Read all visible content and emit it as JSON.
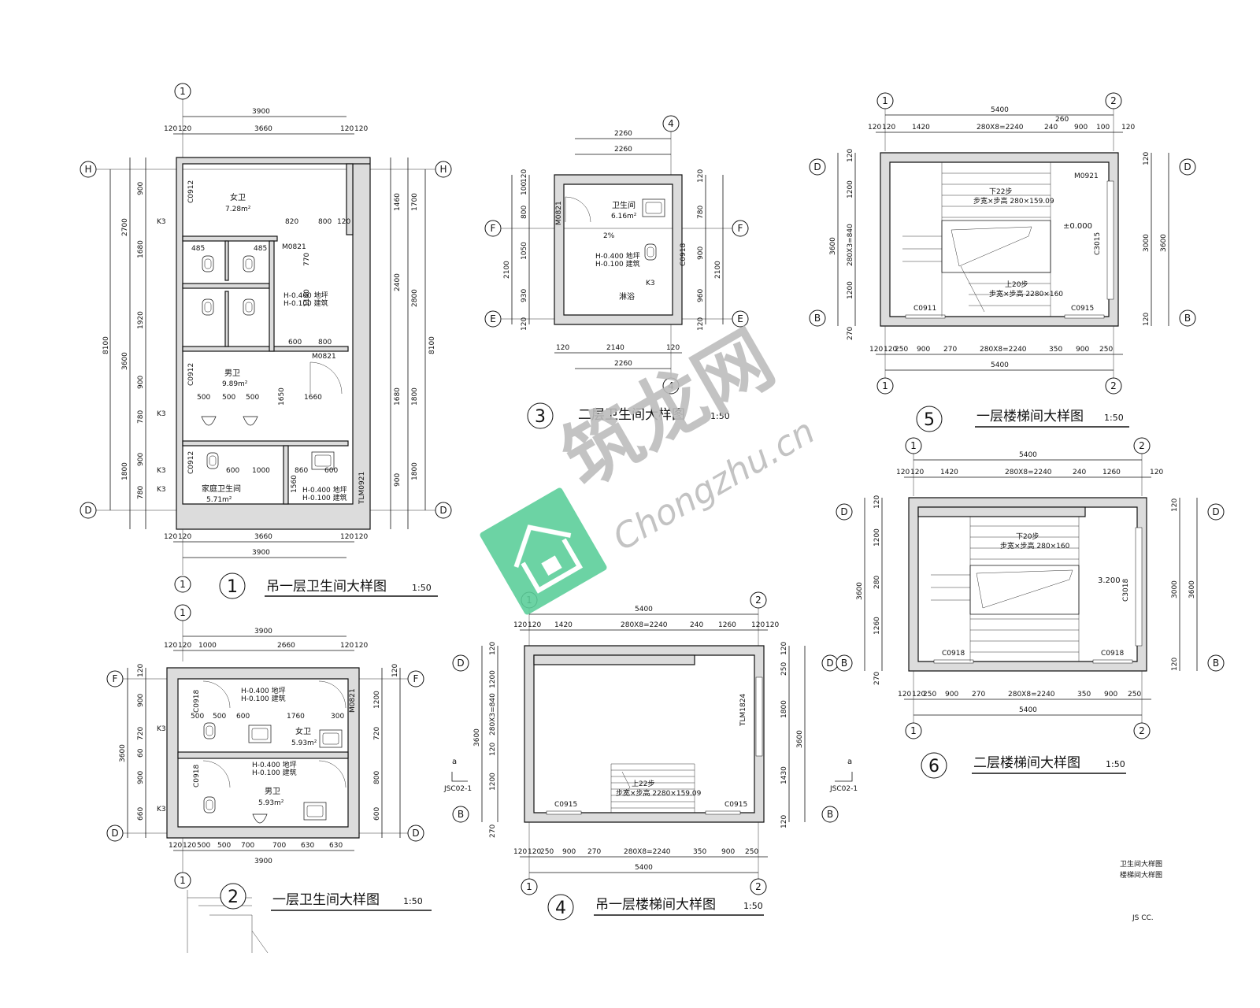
{
  "watermark": {
    "cn": "筑龙网",
    "site": "Chongzhu.cn",
    "brand_color": "#5ccf9a"
  },
  "drawings": {
    "d1": {
      "number": "1",
      "title": "吊一层卫生间大样图",
      "scale": "1:50",
      "rooms": [
        {
          "name": "女卫",
          "area": "7.28m²"
        },
        {
          "name": "男卫",
          "area": "9.89m²"
        },
        {
          "name": "家庭卫生间",
          "area": "5.71m²"
        }
      ],
      "dims_top": [
        "3900",
        "3660",
        "120",
        "120",
        "120",
        "120"
      ],
      "dims_bottom": [
        "3660",
        "3900",
        "120",
        "120",
        "120",
        "120"
      ],
      "dims_left": [
        "8100",
        "2700",
        "3600",
        "1800",
        "900",
        "1680",
        "1920",
        "900",
        "780",
        "900",
        "780"
      ],
      "dims_right": [
        "8100",
        "1700",
        "2400",
        "2800",
        "1800",
        "1460",
        "1680",
        "1800",
        "900"
      ],
      "codes": [
        "C0912",
        "C0912",
        "C0912",
        "M0821",
        "M0821",
        "TLM0921",
        "K3",
        "K3",
        "K3",
        "K3"
      ],
      "notes": [
        "H-0.400 地坪",
        "H-0.100 建筑",
        "H-0.400 地坪",
        "H-0.100 建筑"
      ],
      "inner_dims": [
        "485",
        "485",
        "120",
        "820",
        "800",
        "770",
        "1140",
        "600",
        "800",
        "1660",
        "500",
        "500",
        "500",
        "1000",
        "860",
        "600",
        "1560",
        "600",
        "1650"
      ],
      "axes": [
        "1",
        "H",
        "D"
      ]
    },
    "d2": {
      "number": "2",
      "title": "一层卫生间大样图",
      "scale": "1:50",
      "rooms": [
        {
          "name": "女卫",
          "area": "5.93m²"
        },
        {
          "name": "男卫",
          "area": "5.93m²"
        }
      ],
      "dims_top": [
        "3900",
        "1000",
        "2660",
        "120",
        "120",
        "120",
        "120"
      ],
      "dims_bottom": [
        "3900",
        "500",
        "700",
        "700",
        "630",
        "630",
        "120",
        "120"
      ],
      "dims_side": [
        "3600",
        "900",
        "720",
        "60",
        "900",
        "660",
        "120",
        "120",
        "1200",
        "720",
        "800",
        "600"
      ],
      "codes": [
        "C0918",
        "C0918",
        "M0821",
        "K3",
        "K3"
      ],
      "notes": [
        "H-0.400 地坪",
        "H-0.100 建筑",
        "H-0.400 地坪",
        "H-0.100 建筑"
      ],
      "inner_dims": [
        "500",
        "500",
        "600",
        "1760",
        "300"
      ],
      "axes": [
        "1",
        "F",
        "D"
      ]
    },
    "d3": {
      "number": "3",
      "title": "二层卫生间大样图",
      "scale": "1:50",
      "rooms": [
        {
          "name": "卫生间",
          "area": "6.16m²"
        }
      ],
      "dims_top": [
        "2260",
        "2260"
      ],
      "dims_bottom": [
        "2140",
        "2260",
        "120",
        "120"
      ],
      "dims_left": [
        "2100",
        "800",
        "1050",
        "930",
        "120",
        "100",
        "120"
      ],
      "dims_right": [
        "2100",
        "780",
        "900",
        "960",
        "120",
        "120"
      ],
      "codes": [
        "M0821",
        "C0918",
        "K3"
      ],
      "notes": [
        "H-0.400 地坪",
        "H-0.100 建筑",
        "2%",
        "淋浴"
      ],
      "axes": [
        "4",
        "F",
        "E"
      ]
    },
    "d4": {
      "number": "4",
      "title": "吊一层楼梯间大样图",
      "scale": "1:50",
      "dims_top": [
        "5400",
        "1420",
        "280X8=2240",
        "240",
        "1260",
        "120",
        "120",
        "120",
        "120"
      ],
      "dims_bottom": [
        "5400",
        "250",
        "900",
        "270",
        "280X8=2240",
        "350",
        "900",
        "250",
        "120",
        "120"
      ],
      "dims_left": [
        "3600",
        "1200",
        "280X3=840",
        "120",
        "1200",
        "120",
        "270"
      ],
      "dims_right": [
        "3600",
        "250",
        "1800",
        "1430",
        "120",
        "120"
      ],
      "codes": [
        "C0915",
        "C0915",
        "TLM1824"
      ],
      "stair_note": "上22步",
      "stair_spec": "步宽×步高 2280×159.09",
      "section_mark": "a",
      "section_ref": "JSC02-1",
      "axes": [
        "1",
        "2",
        "D",
        "B"
      ]
    },
    "d5": {
      "number": "5",
      "title": "一层楼梯间大样图",
      "scale": "1:50",
      "dims_top": [
        "5400",
        "1420",
        "280X8=2240",
        "240",
        "900",
        "100",
        "260",
        "120",
        "120",
        "120"
      ],
      "dims_bottom": [
        "5400",
        "250",
        "900",
        "270",
        "280X8=2240",
        "350",
        "900",
        "250",
        "120",
        "120"
      ],
      "dims_left": [
        "3600",
        "1200",
        "280X3=840",
        "1200",
        "120",
        "270"
      ],
      "dims_right": [
        "3600",
        "3000",
        "120",
        "120"
      ],
      "codes": [
        "M0921",
        "C3015",
        "C0911",
        "C0915"
      ],
      "level": "±0.000",
      "stair_notes": [
        "下22步",
        "上20步"
      ],
      "stair_specs": [
        "步宽×步高 280×159.09",
        "步宽×步高 2280×160"
      ],
      "axes": [
        "1",
        "2",
        "D",
        "B"
      ]
    },
    "d6": {
      "number": "6",
      "title": "二层楼梯间大样图",
      "scale": "1:50",
      "dims_top": [
        "5400",
        "1420",
        "280X8=2240",
        "240",
        "1260",
        "120",
        "120",
        "120"
      ],
      "dims_bottom": [
        "5400",
        "250",
        "900",
        "270",
        "280X8=2240",
        "350",
        "900",
        "250",
        "120",
        "120"
      ],
      "dims_left": [
        "3600",
        "1200",
        "280",
        "1260",
        "120",
        "270"
      ],
      "dims_right": [
        "3600",
        "3000",
        "120",
        "120"
      ],
      "codes": [
        "C3018",
        "C0918",
        "C0918"
      ],
      "level": "3.200",
      "stair_note": "下20步",
      "stair_spec": "步宽×步高 280×160",
      "axes": [
        "1",
        "2",
        "D",
        "B"
      ]
    }
  },
  "title_block": {
    "line1": "卫生间大样图",
    "line2": "楼梯间大样图",
    "code": "JS CC."
  }
}
